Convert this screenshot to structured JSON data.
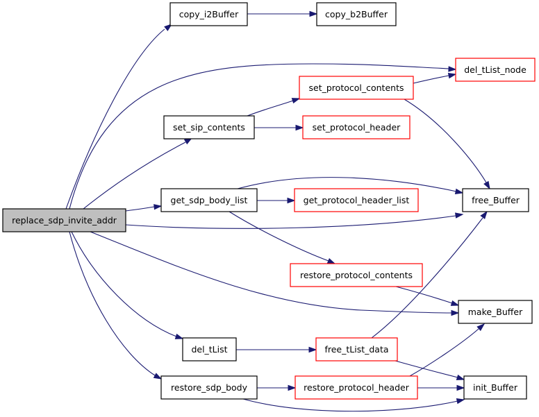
{
  "diagram": {
    "nodes": {
      "root": {
        "label": "replace_sdp_invite_addr",
        "border": "#000000",
        "fill": "#bfbfbf"
      },
      "copy_i2Buffer": {
        "label": "copy_i2Buffer",
        "border": "#000000",
        "fill": "#ffffff"
      },
      "copy_b2Buffer": {
        "label": "copy_b2Buffer",
        "border": "#000000",
        "fill": "#ffffff"
      },
      "del_tList_node": {
        "label": "del_tList_node",
        "border": "#ff0000",
        "fill": "#ffffff"
      },
      "set_protocol_contents": {
        "label": "set_protocol_contents",
        "border": "#ff0000",
        "fill": "#ffffff"
      },
      "set_sip_contents": {
        "label": "set_sip_contents",
        "border": "#000000",
        "fill": "#ffffff"
      },
      "set_protocol_header": {
        "label": "set_protocol_header",
        "border": "#ff0000",
        "fill": "#ffffff"
      },
      "get_sdp_body_list": {
        "label": "get_sdp_body_list",
        "border": "#000000",
        "fill": "#ffffff"
      },
      "get_protocol_header_list": {
        "label": "get_protocol_header_list",
        "border": "#ff0000",
        "fill": "#ffffff"
      },
      "free_Buffer": {
        "label": "free_Buffer",
        "border": "#000000",
        "fill": "#ffffff"
      },
      "restore_protocol_contents": {
        "label": "restore_protocol_contents",
        "border": "#ff0000",
        "fill": "#ffffff"
      },
      "make_Buffer": {
        "label": "make_Buffer",
        "border": "#000000",
        "fill": "#ffffff"
      },
      "del_tList": {
        "label": "del_tList",
        "border": "#000000",
        "fill": "#ffffff"
      },
      "free_tList_data": {
        "label": "free_tList_data",
        "border": "#ff0000",
        "fill": "#ffffff"
      },
      "restore_sdp_body": {
        "label": "restore_sdp_body",
        "border": "#000000",
        "fill": "#ffffff"
      },
      "restore_protocol_header": {
        "label": "restore_protocol_header",
        "border": "#ff0000",
        "fill": "#ffffff"
      },
      "init_Buffer": {
        "label": "init_Buffer",
        "border": "#000000",
        "fill": "#ffffff"
      }
    },
    "edges": [
      {
        "from": "root",
        "to": "copy_i2Buffer"
      },
      {
        "from": "root",
        "to": "del_tList_node"
      },
      {
        "from": "root",
        "to": "set_sip_contents"
      },
      {
        "from": "root",
        "to": "get_sdp_body_list"
      },
      {
        "from": "root",
        "to": "free_Buffer"
      },
      {
        "from": "root",
        "to": "make_Buffer"
      },
      {
        "from": "root",
        "to": "del_tList"
      },
      {
        "from": "root",
        "to": "restore_sdp_body"
      },
      {
        "from": "copy_i2Buffer",
        "to": "copy_b2Buffer"
      },
      {
        "from": "set_protocol_contents",
        "to": "del_tList_node"
      },
      {
        "from": "set_protocol_contents",
        "to": "free_Buffer"
      },
      {
        "from": "set_sip_contents",
        "to": "set_protocol_contents"
      },
      {
        "from": "set_sip_contents",
        "to": "set_protocol_header"
      },
      {
        "from": "get_sdp_body_list",
        "to": "free_Buffer"
      },
      {
        "from": "get_sdp_body_list",
        "to": "get_protocol_header_list"
      },
      {
        "from": "get_sdp_body_list",
        "to": "restore_protocol_contents"
      },
      {
        "from": "restore_protocol_contents",
        "to": "make_Buffer"
      },
      {
        "from": "del_tList",
        "to": "free_tList_data"
      },
      {
        "from": "free_tList_data",
        "to": "free_Buffer"
      },
      {
        "from": "free_tList_data",
        "to": "init_Buffer"
      },
      {
        "from": "restore_sdp_body",
        "to": "restore_protocol_header"
      },
      {
        "from": "restore_sdp_body",
        "to": "init_Buffer"
      },
      {
        "from": "restore_protocol_header",
        "to": "make_Buffer"
      },
      {
        "from": "restore_protocol_header",
        "to": "init_Buffer"
      }
    ],
    "edge_color": "#191970"
  }
}
